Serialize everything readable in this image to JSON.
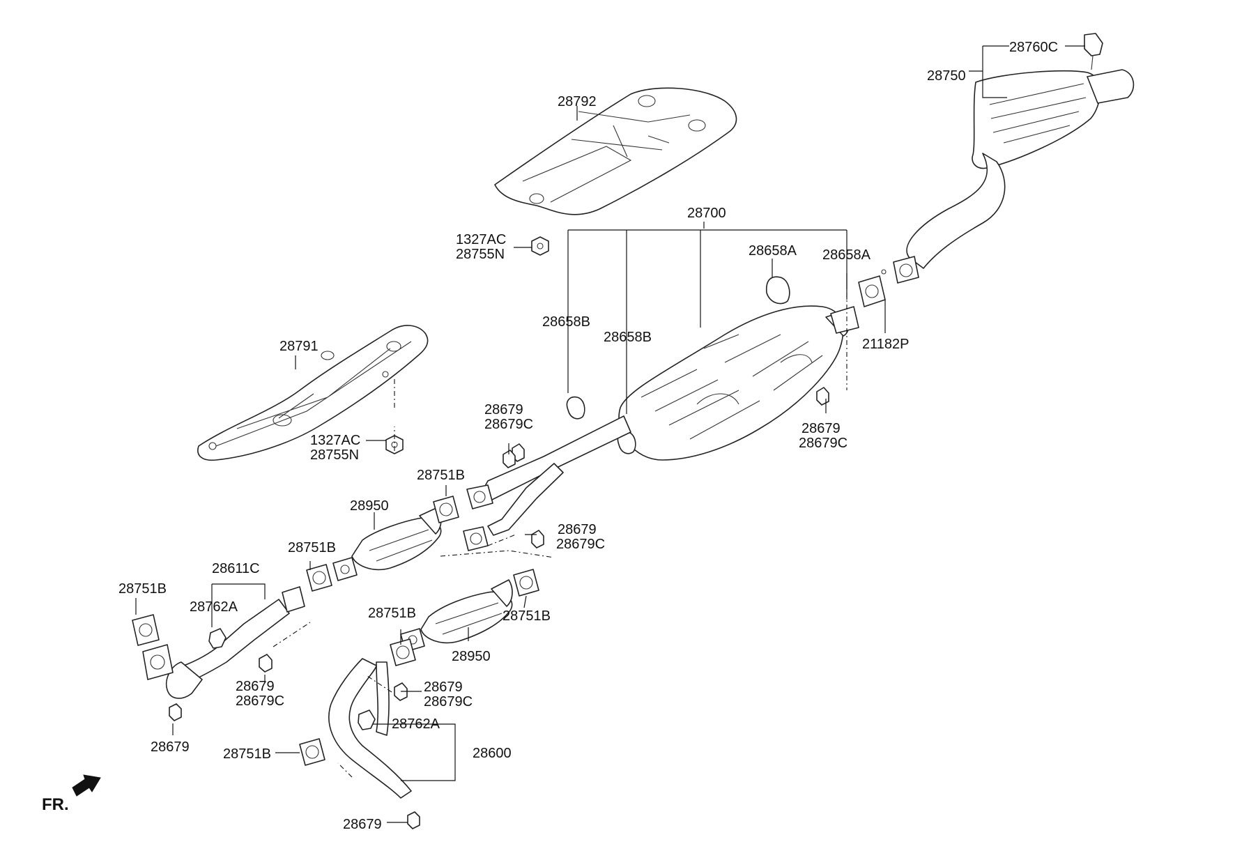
{
  "labels": {
    "l_28760C": "28760C",
    "l_28750": "28750",
    "l_28792": "28792",
    "l_1327AC_top": "1327AC",
    "l_28755N_top": "28755N",
    "l_28700": "28700",
    "l_28658A_1": "28658A",
    "l_28658A_2": "28658A",
    "l_28658B_1": "28658B",
    "l_28658B_2": "28658B",
    "l_21182P": "21182P",
    "l_28791": "28791",
    "l_1327AC_mid": "1327AC",
    "l_28755N_mid": "28755N",
    "l_28679_a": "28679",
    "l_28679C_a": "28679C",
    "l_28679_b": "28679",
    "l_28679C_b": "28679C",
    "l_28751B_1": "28751B",
    "l_28950_1": "28950",
    "l_28679_c": "28679",
    "l_28679C_c": "28679C",
    "l_28751B_2": "28751B",
    "l_28611C": "28611C",
    "l_28751B_3": "28751B",
    "l_28762A_1": "28762A",
    "l_28751B_4": "28751B",
    "l_28751B_5": "28751B",
    "l_28950_2": "28950",
    "l_28679_d": "28679",
    "l_28679C_d": "28679C",
    "l_28679_e": "28679",
    "l_28679C_e": "28679C",
    "l_28762A_2": "28762A",
    "l_28600": "28600",
    "l_28679_f": "28679",
    "l_28751B_6": "28751B",
    "l_28679_g": "28679",
    "fr": "FR."
  }
}
